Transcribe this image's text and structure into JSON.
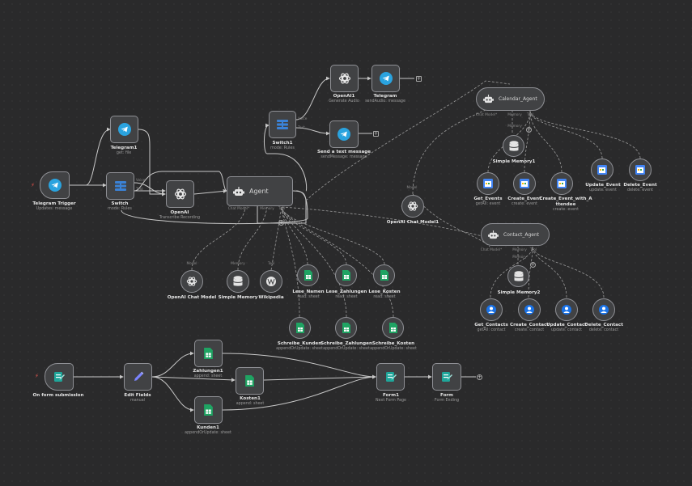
{
  "nodes": {
    "telegram_trigger": {
      "title": "Telegram Trigger",
      "sub": "Updates: message"
    },
    "telegram1": {
      "title": "Telegram1",
      "sub": "get: file"
    },
    "switch": {
      "title": "Switch",
      "sub": "mode: Rules",
      "out1": "Voice",
      "out2": "Text"
    },
    "openai": {
      "title": "OpenAI",
      "sub": "Transcribe Recording"
    },
    "agent": {
      "title": "Agent",
      "port1": "Chat Model*",
      "port2": "Memory",
      "port3": "Tool"
    },
    "switch1": {
      "title": "Switch1",
      "sub": "mode: Rules",
      "out1": "Voice",
      "out2": "Text"
    },
    "openai1": {
      "title": "OpenAI1",
      "sub": "Generate Audio"
    },
    "telegram": {
      "title": "Telegram",
      "sub": "sendAudio: message"
    },
    "send_text": {
      "title": "Send a text message",
      "sub": "sendMessage: message"
    },
    "openai_chat_model": {
      "title": "OpenAI Chat Model",
      "port": "Model"
    },
    "simple_memory": {
      "title": "Simple Memory",
      "port": "Memory"
    },
    "wikipedia": {
      "title": "Wikipedia",
      "port": "Tool"
    },
    "lese_namen": {
      "title": "Lese_Namen",
      "sub": "read: sheet"
    },
    "lese_zahlungen": {
      "title": "Lese_Zahlungen",
      "sub": "read: sheet"
    },
    "lese_kosten": {
      "title": "Lese_Kosten",
      "sub": "read: sheet"
    },
    "schreibe_kunden": {
      "title": "Schreibe_Kunden",
      "sub": "appendOrUpdate: sheet"
    },
    "schreibe_zahlungen": {
      "title": "Schreibe_Zahlungen",
      "sub": "appendOrUpdate: sheet"
    },
    "schreibe_kosten": {
      "title": "Schreibe_Kosten",
      "sub": "appendOrUpdate: sheet"
    },
    "openai_chat_model1": {
      "title": "OpenAI Chat Model1",
      "port": "Model"
    },
    "calendar_agent": {
      "title": "Calendar_Agent",
      "port1": "Chat Model*",
      "port2": "Memory",
      "port3": "Tool"
    },
    "simple_memory1": {
      "title": "Simple Memory1",
      "port": "Memory"
    },
    "get_events": {
      "title": "Get_Events",
      "sub": "getAll: event"
    },
    "create_event": {
      "title": "Create_Event",
      "sub": "create: event"
    },
    "create_event_att": {
      "title": "Create_Event_with_Attendee",
      "title1": "Create_Event_with_A",
      "title2": "ttendee",
      "sub": "create: event"
    },
    "update_event": {
      "title": "Update_Event",
      "sub": "update: event"
    },
    "delete_event": {
      "title": "Delete_Event",
      "sub": "delete: event"
    },
    "contact_agent": {
      "title": "Contact_Agent",
      "port1": "Chat Model*",
      "port2": "Memory",
      "port3": "Tool"
    },
    "simple_memory2": {
      "title": "Simple Memory2"
    },
    "get_contacts": {
      "title": "Get_Contacts",
      "sub": "getAll: contact"
    },
    "create_contact": {
      "title": "Create_Contact",
      "sub": "create: contact"
    },
    "update_contact": {
      "title": "Update_Contact",
      "sub": "update: contact"
    },
    "delete_contact": {
      "title": "Delete_Contact",
      "sub": "delete: contact"
    },
    "on_form": {
      "title": "On form submission"
    },
    "edit_fields": {
      "title": "Edit Fields",
      "sub": "manual"
    },
    "zahlungen1": {
      "title": "Zahlungen1",
      "sub": "append: sheet"
    },
    "kosten1": {
      "title": "Kosten1",
      "sub": "append: sheet"
    },
    "kunden1": {
      "title": "Kunden1",
      "sub": "appendOrUpdate: sheet"
    },
    "form1": {
      "title": "Form1",
      "sub": "Next Form Page"
    },
    "form": {
      "title": "Form",
      "sub": "Form Ending"
    }
  },
  "colors": {
    "telegram": "#2aa3df",
    "sheets": "#1fa463",
    "calendar": "#4285f4",
    "contacts": "#1a73e8",
    "form": "#1fa69a",
    "edit": "#7b84ff",
    "switch": "#3b82d6",
    "edge": "#c8c8c8",
    "dashed": "#9a9a9a",
    "trigger_bolt": "#e4534b"
  }
}
